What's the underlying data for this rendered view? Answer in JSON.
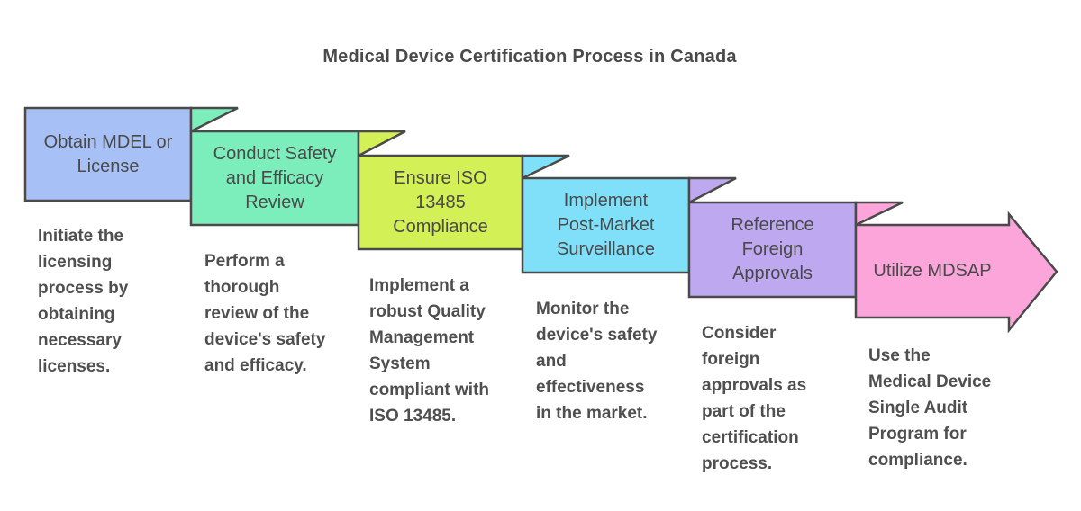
{
  "header": {
    "title": "Medical Device Certification Process in Canada"
  },
  "colors": {
    "background": "#ffffff",
    "border": "#4a4a4a",
    "title_text": "#4a4a4a",
    "description_text": "#4f4f4f"
  },
  "steps": [
    {
      "name": "obtain-mdel-or-license",
      "color": "#a7c0f5",
      "label": "Obtain MDEL or\nLicense",
      "description": "Initiate the\nlicensing\nprocess by\nobtaining\nnecessary\nlicenses."
    },
    {
      "name": "conduct-safety-and-efficacy-review",
      "color": "#7beebc",
      "label": "Conduct Safety\nand Efficacy\nReview",
      "description": "Perform a\nthorough\nreview of the\ndevice's safety\nand efficacy."
    },
    {
      "name": "ensure-iso-13485-compliance",
      "color": "#d3f156",
      "label": "Ensure ISO\n13485\nCompliance",
      "description": "Implement a\nrobust Quality\nManagement\nSystem\ncompliant with\nISO 13485."
    },
    {
      "name": "implement-post-market-surveillance",
      "color": "#80e0fa",
      "label": "Implement\nPost-Market\nSurveillance",
      "description": "Monitor the\ndevice's safety\nand\neffectiveness\nin the market."
    },
    {
      "name": "reference-foreign-approvals",
      "color": "#bea9f1",
      "label": "Reference\nForeign\nApprovals",
      "description": "Consider\nforeign\napprovals as\npart of the\ncertification\nprocess."
    },
    {
      "name": "utilize-mdsap",
      "color": "#fba5da",
      "label": "Utilize MDSAP",
      "description": "Use the\nMedical Device\nSingle Audit\nProgram for\ncompliance."
    }
  ]
}
